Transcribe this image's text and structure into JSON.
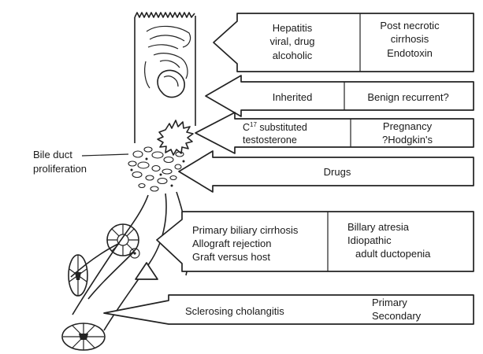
{
  "figure": {
    "side_label": [
      "Bile duct",
      "proliferation"
    ],
    "arrows": [
      {
        "left": [
          "Hepatitis",
          "viral, drug",
          "alcoholic"
        ],
        "right": [
          "Post necrotic",
          "cirrhosis",
          "Endotoxin"
        ]
      },
      {
        "left": [
          "Inherited"
        ],
        "right": [
          "Benign recurrent?"
        ]
      },
      {
        "left_main": "C",
        "left_sup": "17",
        "left_rest": " substituted",
        "left_line2": "testosterone",
        "right": [
          "Pregnancy",
          "?Hodgkin's"
        ]
      },
      {
        "left": [
          "Drugs"
        ]
      },
      {
        "left": [
          "Primary biliary cirrhosis",
          "Allograft rejection",
          "Graft versus host"
        ],
        "right": [
          "Billary atresia",
          "Idiopathic",
          "adult ductopenia"
        ]
      },
      {
        "left": [
          "Sclerosing cholangitis"
        ],
        "right": [
          "Primary",
          "Secondary"
        ]
      }
    ]
  }
}
